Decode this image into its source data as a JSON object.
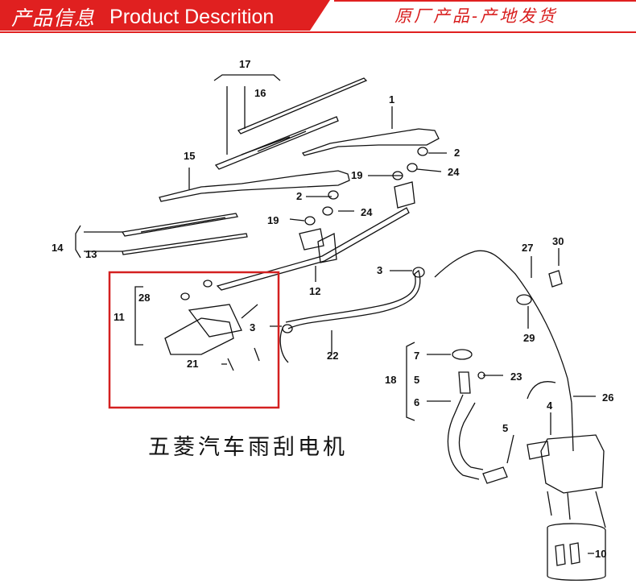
{
  "header": {
    "title_cn": "产品信息",
    "title_en": "Product Descrition",
    "right_text": "原厂产品-产地发货",
    "bar_color": "#e02020"
  },
  "caption": "五菱汽车雨刮电机",
  "callouts": {
    "c1": "1",
    "c2a": "2",
    "c2b": "2",
    "c3a": "3",
    "c3b": "3",
    "c4": "4",
    "c5a": "5",
    "c5b": "5",
    "c6": "6",
    "c7": "7",
    "c10": "10",
    "c11": "11",
    "c12": "12",
    "c13": "13",
    "c14": "14",
    "c15": "15",
    "c16": "16",
    "c17": "17",
    "c18": "18",
    "c19a": "19",
    "c19b": "19",
    "c21": "21",
    "c22": "22",
    "c23": "23",
    "c24a": "24",
    "c24b": "24",
    "c26": "26",
    "c27": "27",
    "c28": "28",
    "c29": "29",
    "c30": "30"
  },
  "highlight_color": "#d42020"
}
